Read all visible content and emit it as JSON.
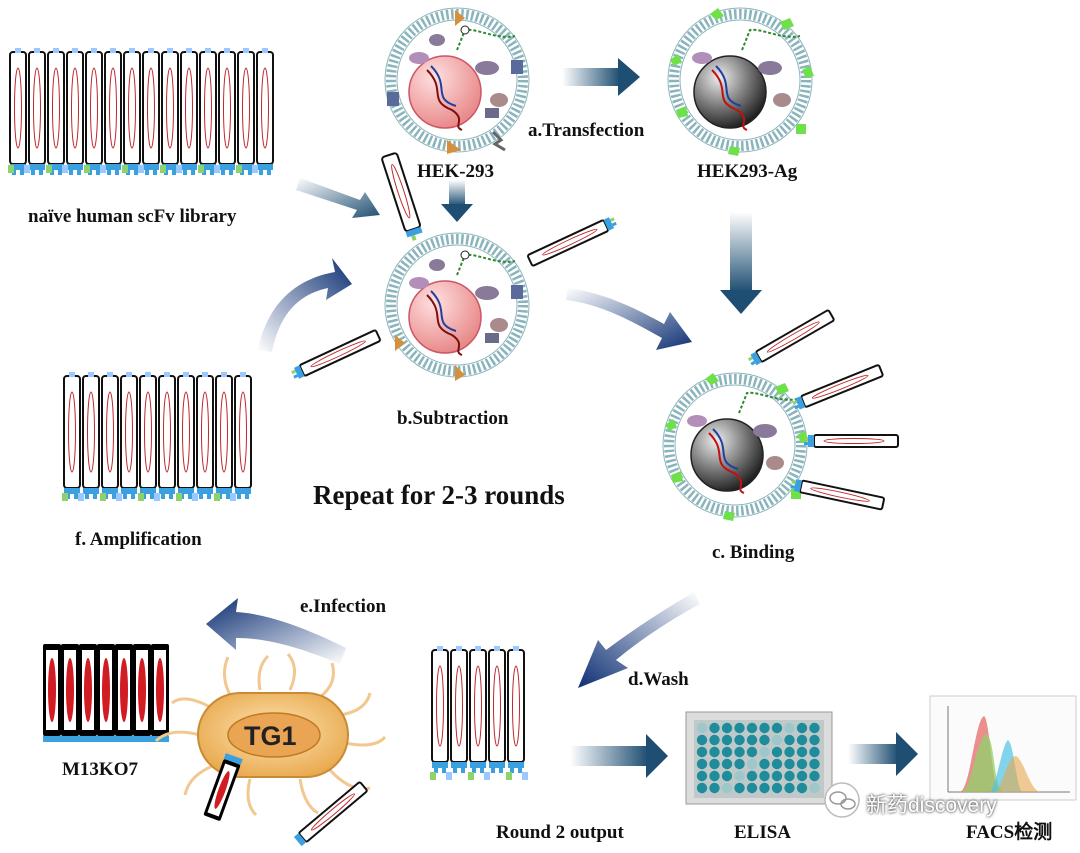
{
  "labels": {
    "library": "naïve human scFv library",
    "hek293": "HEK-293",
    "hek293ag": "HEK293-Ag",
    "transfection": "a.Transfection",
    "subtraction": "b.Subtraction",
    "binding": "c. Binding",
    "wash": "d.Wash",
    "infection": "e.Infection",
    "amplification": "f. Amplification",
    "repeat": "Repeat for 2-3 rounds",
    "m13ko7": "M13KO7",
    "tg1": "TG1",
    "round2": "Round 2 output",
    "elisa": "ELISA",
    "facs": "FACS检测"
  },
  "watermark": "新药discovery",
  "colors": {
    "arrow_dark": "#0d2f73",
    "arrow_teal": "#1e4e72",
    "phage_blue": "#3aa0e0",
    "phage_green": "#8fd16a",
    "membrane": "#8ab4bc",
    "nucleus_pink": "#f4a6a6",
    "nucleus_dark": "#333333",
    "antigen_green": "#6ee04a",
    "elisa_teal": "#1e8c9a",
    "tg1_body": "#f0c070"
  }
}
